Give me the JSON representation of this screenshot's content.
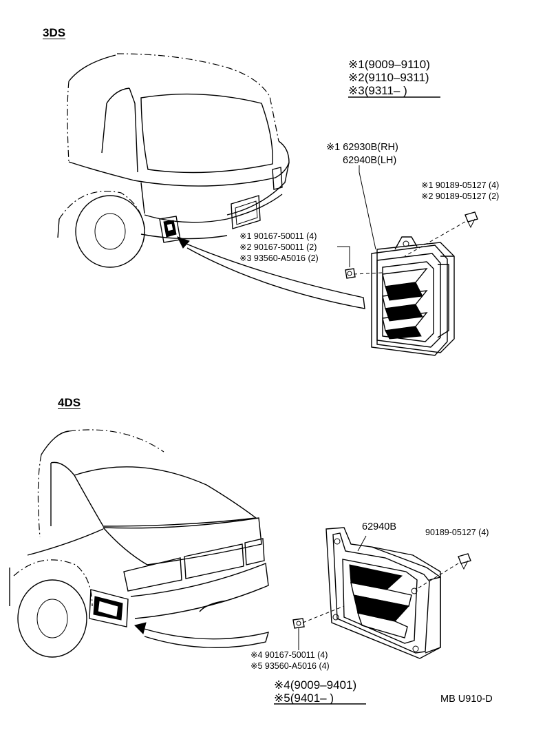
{
  "sections": {
    "top": {
      "title": "3DS"
    },
    "bottom": {
      "title": "4DS"
    }
  },
  "legend_top": {
    "rows": [
      "※1(9009–9110)",
      "※2(9110–9311)",
      "※3(9311–       )"
    ]
  },
  "legend_bottom": {
    "rows": [
      "※4(9009–9401)",
      "※5(9401–       )"
    ]
  },
  "callouts_top": {
    "part_rh": "※1 62930B(RH)",
    "part_lh": "62940B(LH)",
    "screw_1": "※1 90189-05127 (4)",
    "screw_2": "※2 90189-05127 (2)",
    "bolt_1": "※1 90167-50011 (4)",
    "bolt_2": "※2 90167-50011 (2)",
    "bolt_3": "※3 93560-A5016 (2)"
  },
  "callouts_bottom": {
    "part": "62940B",
    "screw": "90189-05127 (4)",
    "bolt_4": "※4 90167-50011 (4)",
    "bolt_5": "※5 93560-A5016 (4)"
  },
  "footer": {
    "code": "MB U910-D"
  }
}
